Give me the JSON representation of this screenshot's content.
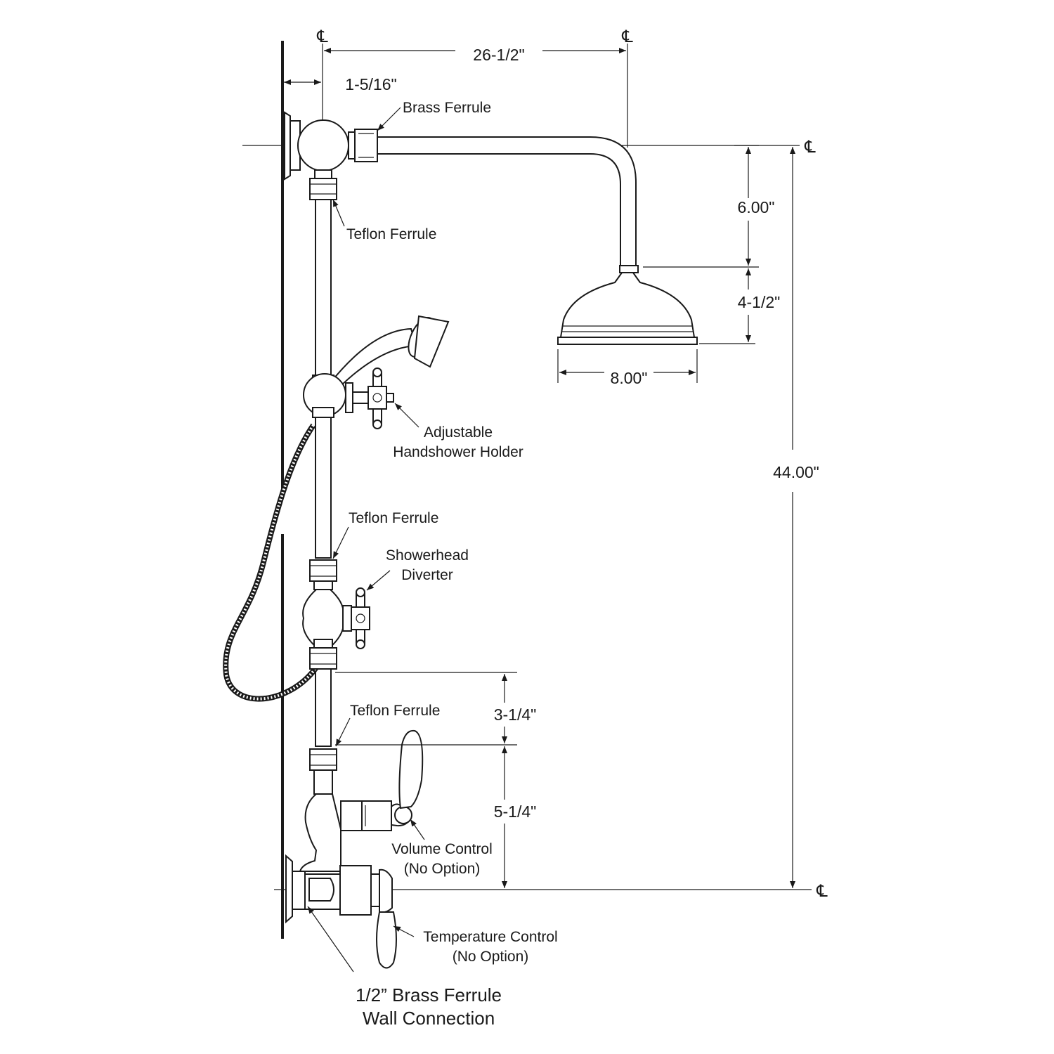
{
  "centerline_symbol": "℄",
  "labels": {
    "brass_ferrule": "Brass Ferrule",
    "teflon_ferrule_top": "Teflon Ferrule",
    "adjustable_holder_line1": "Adjustable",
    "adjustable_holder_line2": "Handshower Holder",
    "teflon_ferrule_mid": "Teflon Ferrule",
    "diverter_line1": "Showerhead",
    "diverter_line2": "Diverter",
    "teflon_ferrule_low": "Teflon Ferrule",
    "volume_line1": "Volume Control",
    "volume_line2": "(No Option)",
    "temperature_line1": "Temperature Control",
    "temperature_line2": "(No Option)",
    "wall_connection_line1": "1/2” Brass Ferrule",
    "wall_connection_line2": "Wall Connection"
  },
  "dimensions": {
    "arm_reach": "26-1/2\"",
    "wall_offset": "1-5/16\"",
    "drop_to_head": "6.00\"",
    "head_height": "4-1/2\"",
    "head_diameter": "8.00\"",
    "overall_height": "44.00\"",
    "ferrule_spacing": "3-1/4\"",
    "valve_spacing": "5-1/4\""
  }
}
